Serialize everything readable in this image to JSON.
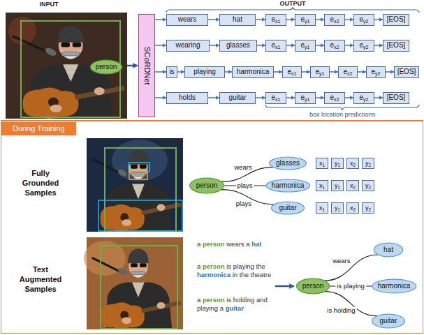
{
  "diagram": {
    "nodes": [
      {
        "text": [
          "person"
        ]
      },
      {
        "text": [
          "SCoRDNet"
        ]
      },
      {
        "text": [
          "wears"
        ]
      },
      {
        "text": [
          "hat"
        ]
      },
      {
        "text": [
          "e",
          "x1"
        ]
      },
      {
        "text": [
          "e",
          "y1"
        ]
      },
      {
        "text": [
          "e",
          "x2"
        ]
      },
      {
        "text": [
          "e",
          "y2"
        ]
      },
      {
        "text": [
          "[EOS]"
        ]
      },
      {
        "text": [
          "wearing"
        ]
      },
      {
        "text": [
          "glasses"
        ]
      },
      {
        "text": [
          "e",
          "x1"
        ]
      },
      {
        "text": [
          "e",
          "y1"
        ]
      },
      {
        "text": [
          "e",
          "x2"
        ]
      },
      {
        "text": [
          "e",
          "y2"
        ]
      },
      {
        "text": [
          "[EOS]"
        ]
      },
      {
        "text": [
          "is"
        ]
      },
      {
        "text": [
          "playing"
        ]
      },
      {
        "text": [
          "harmonica"
        ]
      },
      {
        "text": [
          "e",
          "x1"
        ]
      },
      {
        "text": [
          "e",
          "y1"
        ]
      },
      {
        "text": [
          "e",
          "x2"
        ]
      },
      {
        "text": [
          "e",
          "y2"
        ]
      },
      {
        "text": [
          "[EOS]"
        ]
      },
      {
        "text": [
          "holds"
        ]
      },
      {
        "text": [
          "guitar"
        ]
      },
      {
        "text": [
          "e",
          "x1"
        ]
      },
      {
        "text": [
          "e",
          "y1"
        ]
      },
      {
        "text": [
          "e",
          "x2"
        ]
      },
      {
        "text": [
          "e",
          "y2"
        ]
      },
      {
        "text": [
          "[EOS]"
        ]
      },
      {
        "text": [
          "During Training"
        ]
      },
      {
        "text": [
          "person"
        ],
        "in": 31
      },
      {
        "text": [
          "glasses"
        ],
        "in": 31
      },
      {
        "text": [
          "x",
          "1"
        ],
        "in": 31
      },
      {
        "text": [
          "y",
          "1"
        ],
        "in": 31
      },
      {
        "text": [
          "x",
          "2"
        ],
        "in": 31
      },
      {
        "text": [
          "y",
          "2"
        ],
        "in": 31
      },
      {
        "text": [
          "harmonica"
        ],
        "in": 31
      },
      {
        "text": [
          "x",
          "1"
        ],
        "in": 31
      },
      {
        "text": [
          "y",
          "1"
        ],
        "in": 31
      },
      {
        "text": [
          "x",
          "2"
        ],
        "in": 31
      },
      {
        "text": [
          "y",
          "2"
        ],
        "in": 31
      },
      {
        "text": [
          "guitar"
        ],
        "in": 31
      },
      {
        "text": [
          "x",
          "1"
        ],
        "in": 31
      },
      {
        "text": [
          "y",
          "1"
        ],
        "in": 31
      },
      {
        "text": [
          "x",
          "2"
        ],
        "in": 31
      },
      {
        "text": [
          "y",
          "2"
        ],
        "in": 31
      },
      {
        "text": [
          "person"
        ],
        "in": 31
      },
      {
        "text": [
          "hat"
        ],
        "in": 31
      },
      {
        "text": [
          "harmonica"
        ],
        "in": 31
      },
      {
        "text": [
          "guitar"
        ],
        "in": 31
      }
    ],
    "edges": [
      {
        "from": 1,
        "to": 2,
        "arrow": "to"
      },
      {
        "from": 2,
        "to": 3,
        "arrow": "to"
      },
      {
        "from": 3,
        "to": 4,
        "arrow": "to"
      },
      {
        "from": 4,
        "to": 5,
        "arrow": "to"
      },
      {
        "from": 5,
        "to": 6,
        "arrow": "to"
      },
      {
        "from": 6,
        "to": 7,
        "arrow": "to"
      },
      {
        "from": 7,
        "to": 8,
        "arrow": "to"
      },
      {
        "from": 1,
        "to": 9,
        "arrow": "to"
      },
      {
        "from": 9,
        "to": 10,
        "arrow": "to"
      },
      {
        "from": 10,
        "to": 11,
        "arrow": "to"
      },
      {
        "from": 11,
        "to": 12,
        "arrow": "to"
      },
      {
        "from": 12,
        "to": 13,
        "arrow": "to"
      },
      {
        "from": 13,
        "to": 14,
        "arrow": "to"
      },
      {
        "from": 14,
        "to": 15,
        "arrow": "to"
      },
      {
        "from": 1,
        "to": 16,
        "arrow": "to"
      },
      {
        "from": 16,
        "to": 17,
        "arrow": "to"
      },
      {
        "from": 17,
        "to": 18,
        "arrow": "to"
      },
      {
        "from": 18,
        "to": 19,
        "arrow": "to"
      },
      {
        "from": 19,
        "to": 20,
        "arrow": "to"
      },
      {
        "from": 20,
        "to": 21,
        "arrow": "to"
      },
      {
        "from": 21,
        "to": 22,
        "arrow": "to"
      },
      {
        "from": 22,
        "to": 23,
        "arrow": "to"
      },
      {
        "from": 1,
        "to": 24,
        "arrow": "to"
      },
      {
        "from": 24,
        "to": 25,
        "arrow": "to"
      },
      {
        "from": 25,
        "to": 26,
        "arrow": "to"
      },
      {
        "from": 26,
        "to": 27,
        "arrow": "to"
      },
      {
        "from": 27,
        "to": 28,
        "arrow": "to"
      },
      {
        "from": 28,
        "to": 29,
        "arrow": "to"
      },
      {
        "from": 29,
        "to": 30,
        "arrow": "to"
      },
      {
        "from": 32,
        "to": 33,
        "label": "wears",
        "arrow": "none"
      },
      {
        "from": 32,
        "to": 38,
        "label": "plays",
        "arrow": "none"
      },
      {
        "from": 32,
        "to": 43,
        "label": "plays",
        "arrow": "none"
      },
      {
        "from": 48,
        "to": 49,
        "label": "wears",
        "arrow": "none"
      },
      {
        "from": 48,
        "to": 50,
        "label": "is playing",
        "arrow": "none"
      },
      {
        "from": 48,
        "to": 51,
        "label": "is holding",
        "arrow": "none"
      }
    ],
    "labels": [
      "INPUT",
      "OUTPUT",
      "box location predictions",
      "Fully Grounded Samples",
      "Text Augmented Samples",
      "a person wears a hat",
      "a person is playing the harmonica in the theatre",
      "a person is holding and playing a guitar"
    ]
  }
}
